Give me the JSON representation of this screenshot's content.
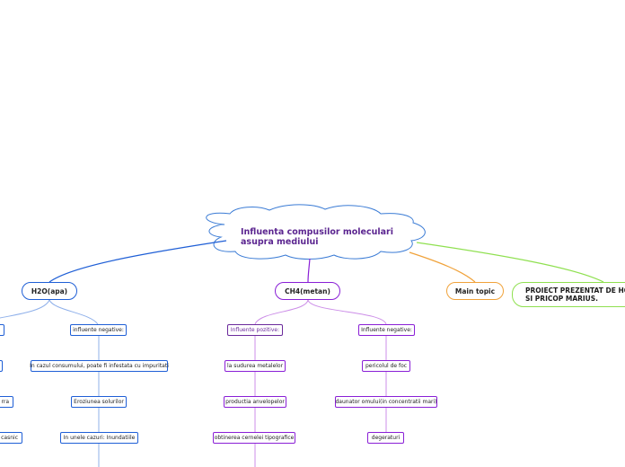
{
  "central": {
    "line1": "Influenta compusilor moleculari",
    "line2": "asupra mediului"
  },
  "topics": {
    "h2o": "H2O(apa)",
    "ch4": "CH4(metan)",
    "main": "Main topic",
    "project_line1": "PROIECT PREZENTAT DE HO",
    "project_line2": "SI PRICOP MARIUS."
  },
  "h2o_left": {
    "item3": "rra",
    "item4": "casnic"
  },
  "h2o_negative": {
    "header": "influente negative:",
    "items": [
      "In cazul consumului, poate fi infestata cu impuritati",
      "Eroziunea solurilor",
      "In unele cazuri: Inundatiile"
    ]
  },
  "ch4_positive": {
    "header": "Influente pozitive:",
    "items": [
      "la sudurea metalelor",
      "productia anvelopelor",
      "obtinerea cernelei tipografice"
    ]
  },
  "ch4_negative": {
    "header": "Influente negative:",
    "items": [
      "pericolul de foc",
      "daunator omului(in concentratii mari)",
      "degeraturi"
    ]
  },
  "colors": {
    "blue": "#1f5fd6",
    "light_blue": "#8fb0ea",
    "purple": "#8a1fd6",
    "dark_purple": "#6b2a9c",
    "light_purple": "#cc8ee8",
    "orange": "#f0a23a",
    "green": "#8fe050",
    "cloud": "#3a7bd5"
  }
}
